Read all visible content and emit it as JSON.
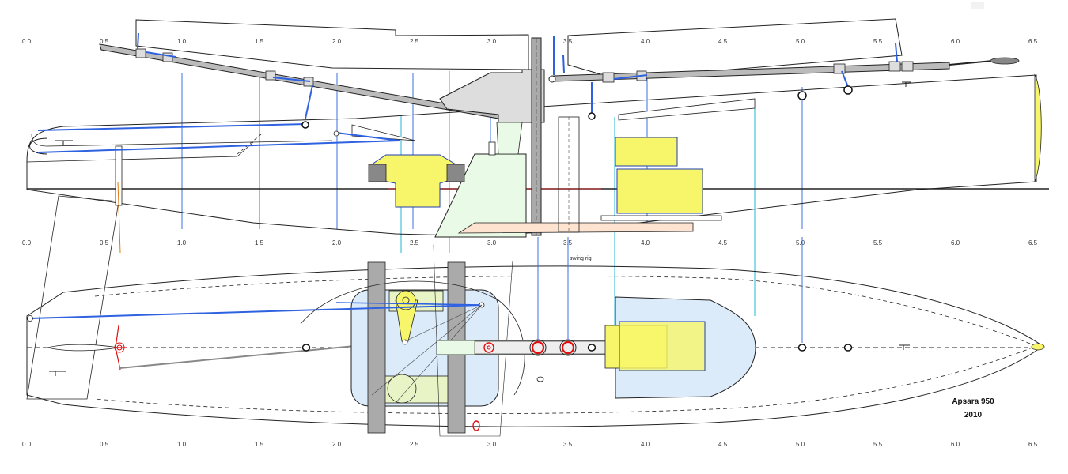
{
  "scale": {
    "top": [
      "0.0",
      "0.5",
      "1.0",
      "1.5",
      "2.0",
      "2.5",
      "3.0",
      "3.5",
      "4.0",
      "4.5",
      "5.0",
      "5.5",
      "6.0",
      "6.5"
    ],
    "middle": [
      "0.0",
      "0.5",
      "1.0",
      "1.5",
      "2.0",
      "2.5",
      "3.0",
      "3.5",
      "4.0",
      "4.5",
      "5.0",
      "5.5",
      "6.0",
      "6.5"
    ],
    "bottom": [
      "0.0",
      "0.5",
      "1.0",
      "1.5",
      "2.0",
      "2.5",
      "3.0",
      "3.5",
      "4.0",
      "4.5",
      "5.0",
      "5.5",
      "6.0",
      "6.5"
    ]
  },
  "annotations": {
    "swing_rig": "swing rig"
  },
  "title_block": {
    "name": "Apsara 950",
    "year": "2010"
  },
  "colors": {
    "line": "#222222",
    "blue_station": "#3b6fe0",
    "cyan_station": "#22b4d4",
    "control_line": "#2f62e0",
    "spar_fill": "#bbbbbb",
    "cockpit_fill": "#dcebfa",
    "deck_yellow": "#f7f66a",
    "keel_fill": "#e9fbe6",
    "seat_fill": "#fde3d0",
    "pillar_fill": "#aaaaaa",
    "rudder_red": "#e01010"
  }
}
